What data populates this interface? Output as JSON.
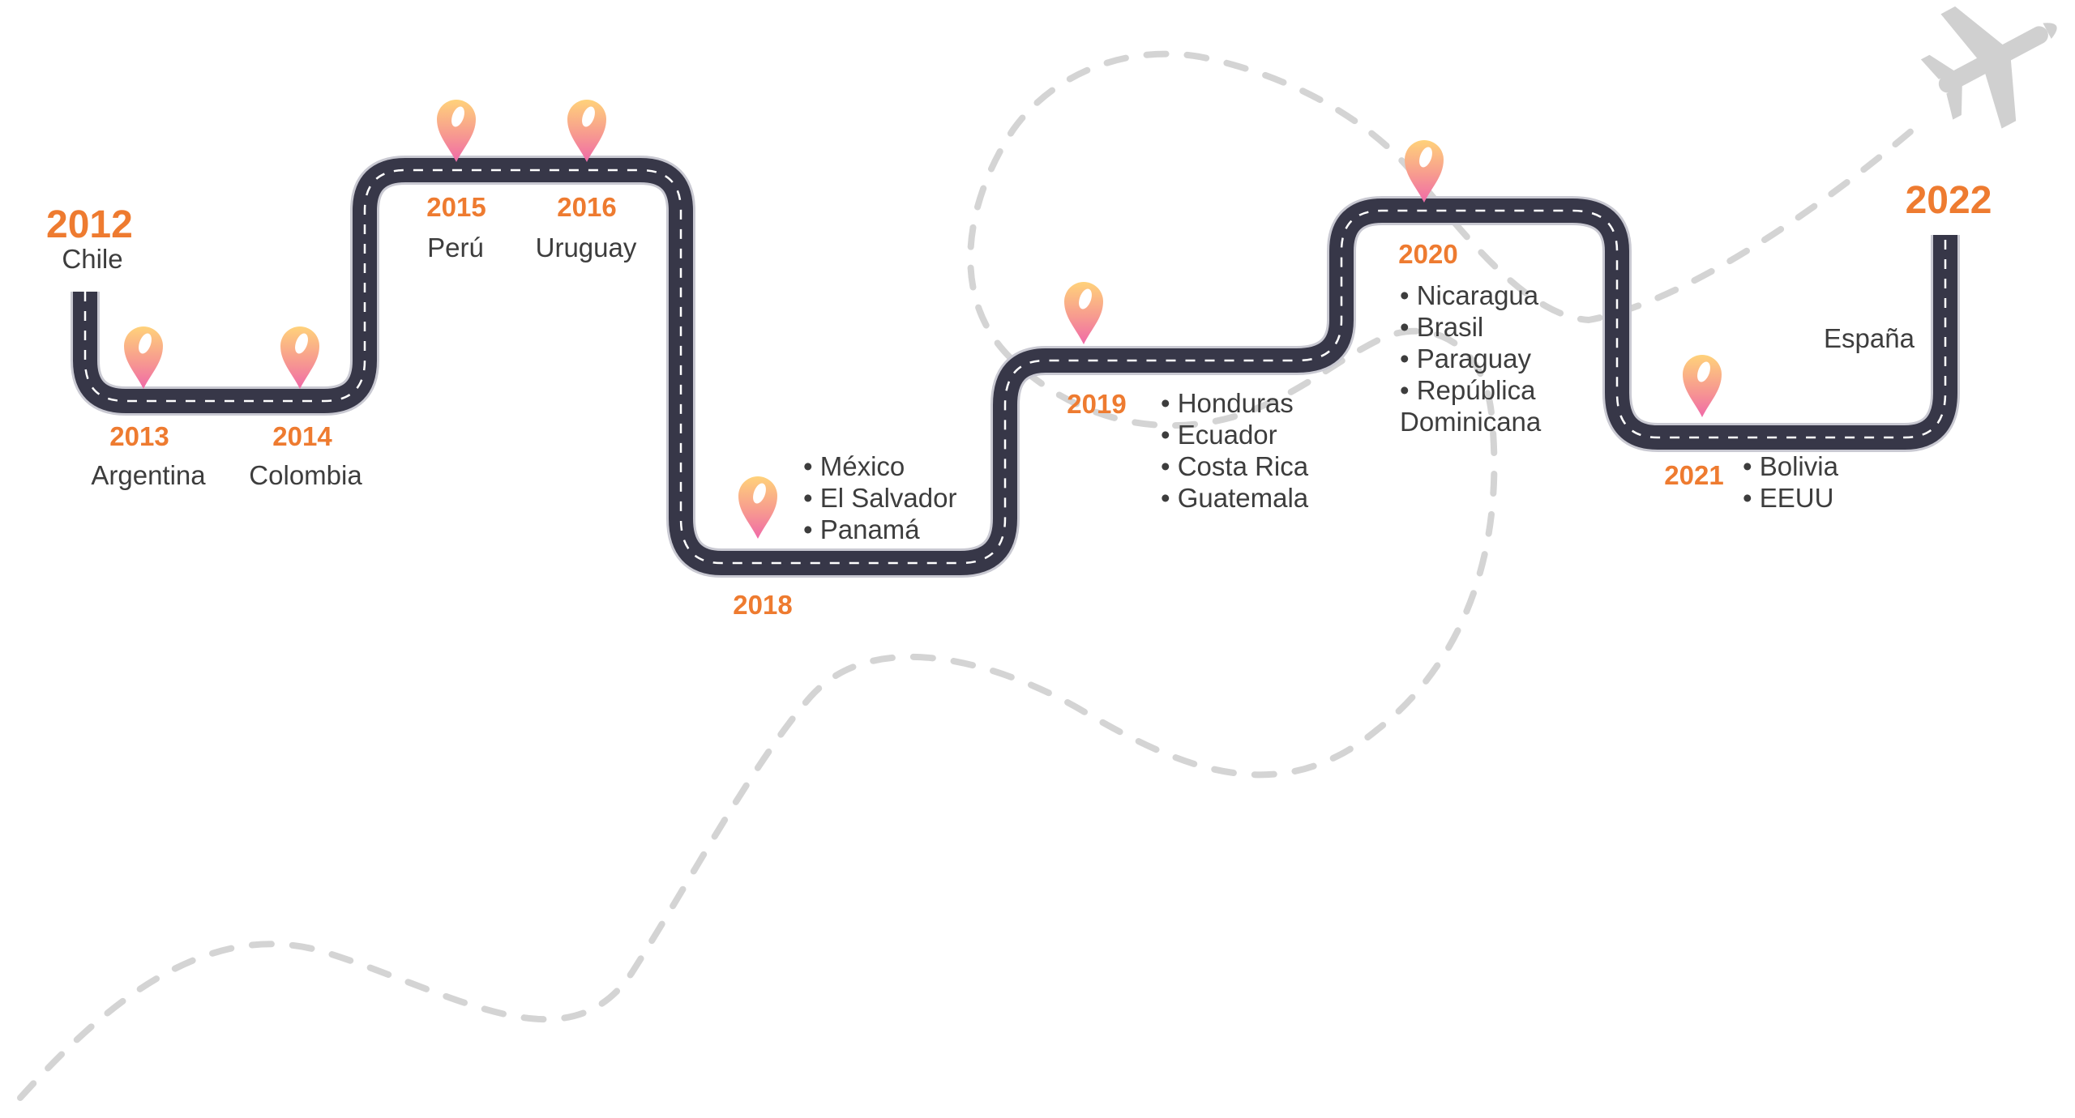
{
  "timeline": {
    "colors": {
      "road": "#373748",
      "road_edge": "#c9c9d2",
      "lane_marks": "#ffffff",
      "year": "#EE7B30",
      "text": "#3d3d3d",
      "flight_path": "#d4d4d4",
      "airplane": "#d0d0d0",
      "pin_top": "#FFD27A",
      "pin_bottom": "#F06AA8"
    },
    "icons": [
      "map-pin-icon",
      "airplane-icon"
    ],
    "milestones": [
      {
        "id": "2012",
        "year": "2012",
        "places": [
          "Chile"
        ]
      },
      {
        "id": "2013",
        "year": "2013",
        "places": [
          "Argentina"
        ]
      },
      {
        "id": "2014",
        "year": "2014",
        "places": [
          "Colombia"
        ]
      },
      {
        "id": "2015",
        "year": "2015",
        "places": [
          "Perú"
        ]
      },
      {
        "id": "2016",
        "year": "2016",
        "places": [
          "Uruguay"
        ]
      },
      {
        "id": "2018",
        "year": "2018",
        "places": [
          "• México",
          "• El Salvador",
          "• Panamá"
        ]
      },
      {
        "id": "2019",
        "year": "2019",
        "places": [
          "• Honduras",
          "• Ecuador",
          "• Costa Rica",
          "• Guatemala"
        ]
      },
      {
        "id": "2020",
        "year": "2020",
        "places": [
          "• Nicaragua",
          "• Brasil",
          "• Paraguay",
          "• República",
          "Dominicana"
        ]
      },
      {
        "id": "2021",
        "year": "2021",
        "places": [
          "• Bolivia",
          "• EEUU"
        ]
      },
      {
        "id": "2022",
        "year": "2022",
        "places": [
          "España"
        ]
      }
    ]
  }
}
